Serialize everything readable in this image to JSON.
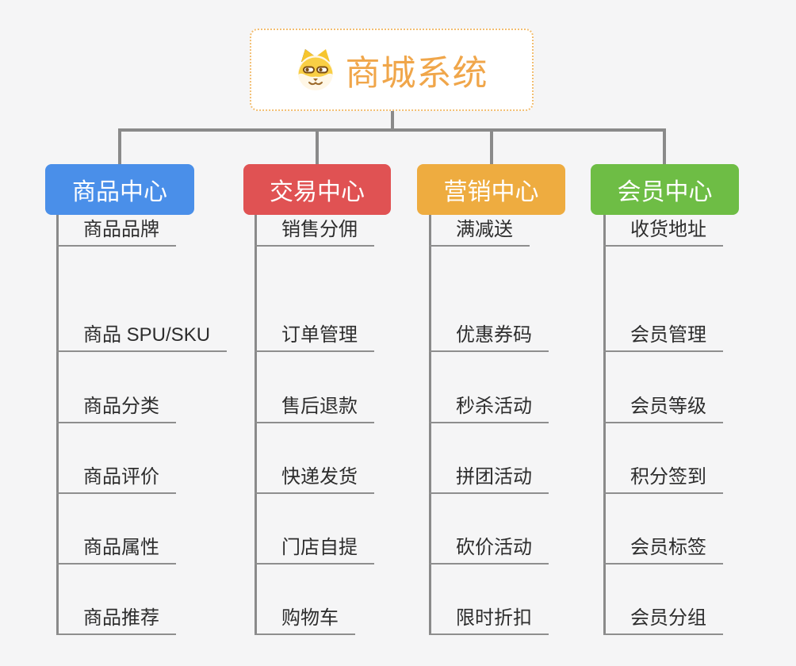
{
  "page": {
    "background_color": "#f5f5f6",
    "connector_color": "#8a8a8a",
    "leaf_underline_color": "#8e8e8e",
    "leaf_text_color": "#2d2d2d"
  },
  "root": {
    "title": "商城系统",
    "icon": "shiba-dog-icon",
    "text_color": "#f0a64a",
    "border_color": "#f2be72",
    "background_color": "#ffffff"
  },
  "branches": [
    {
      "label": "商品中心",
      "color": "#4a8fe9",
      "children": [
        "商品 SPU/SKU",
        "商品分类",
        "商品评价",
        "商品属性",
        "商品推荐",
        "商品品牌"
      ]
    },
    {
      "label": "交易中心",
      "color": "#e05253",
      "children": [
        "订单管理",
        "售后退款",
        "快递发货",
        "门店自提",
        "购物车",
        "销售分佣"
      ]
    },
    {
      "label": "营销中心",
      "color": "#eeac40",
      "children": [
        "优惠券码",
        "秒杀活动",
        "拼团活动",
        "砍价活动",
        "限时折扣",
        "满减送"
      ]
    },
    {
      "label": "会员中心",
      "color": "#6ebd45",
      "children": [
        "会员管理",
        "会员等级",
        "积分签到",
        "会员标签",
        "会员分组",
        "收货地址"
      ]
    }
  ]
}
